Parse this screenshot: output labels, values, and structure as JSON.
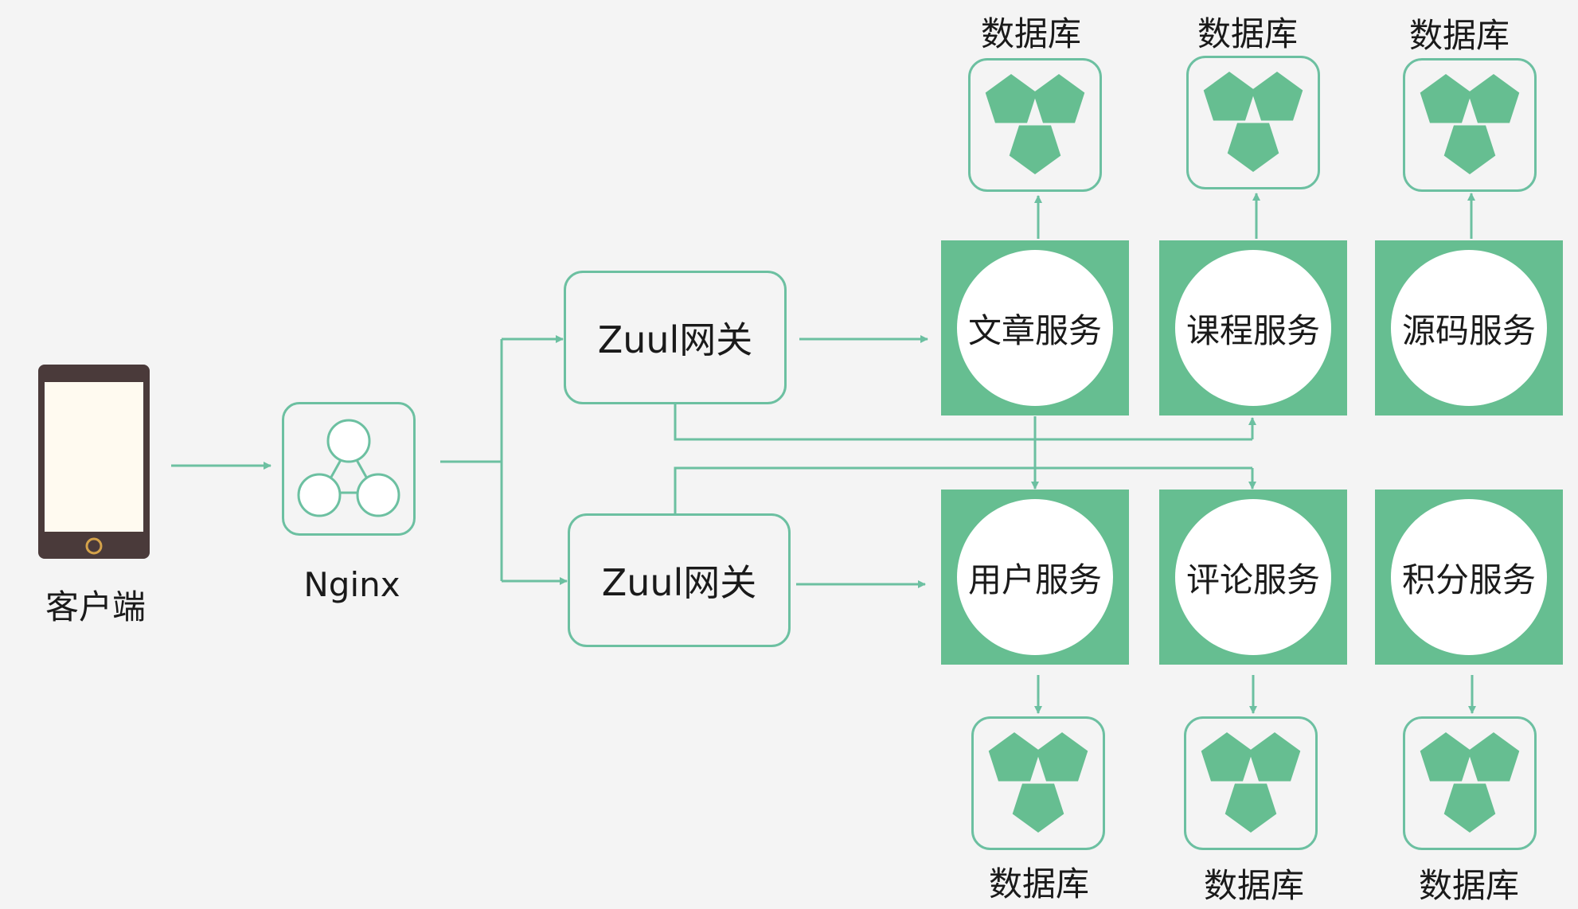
{
  "client": {
    "label": "客户端",
    "icon": "phone-icon"
  },
  "nginx": {
    "label": "Nginx",
    "icon": "cluster-icon"
  },
  "gateways": [
    {
      "label": "Zuul网关"
    },
    {
      "label": "Zuul网关"
    }
  ],
  "services_top": [
    {
      "label": "文章服务"
    },
    {
      "label": "课程服务"
    },
    {
      "label": "源码服务"
    }
  ],
  "services_bottom": [
    {
      "label": "用户服务"
    },
    {
      "label": "评论服务"
    },
    {
      "label": "积分服务"
    }
  ],
  "db_top": [
    {
      "label": "数据库",
      "icon": "database-icon"
    },
    {
      "label": "数据库",
      "icon": "database-icon"
    },
    {
      "label": "数据库",
      "icon": "database-icon"
    }
  ],
  "db_bottom": [
    {
      "label": "数据库",
      "icon": "database-icon"
    },
    {
      "label": "数据库",
      "icon": "database-icon"
    },
    {
      "label": "数据库",
      "icon": "database-icon"
    }
  ],
  "colors": {
    "accent": "#66be91",
    "outline": "#6cc0a1",
    "phone_body": "#4a3a3a",
    "phone_screen": "#fffaf0",
    "background": "#f4f4f4"
  }
}
